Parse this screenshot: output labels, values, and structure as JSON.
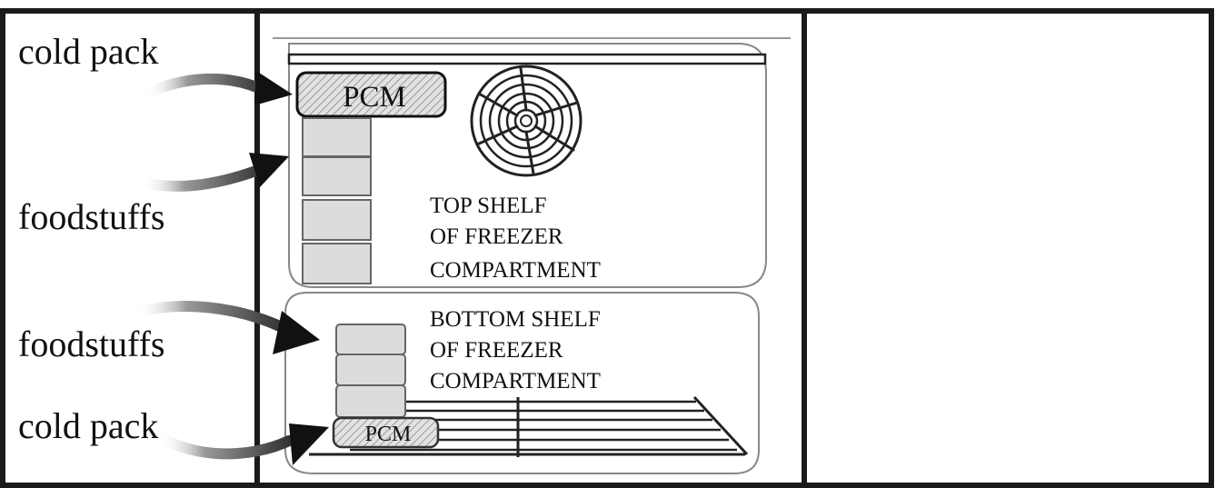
{
  "labels": {
    "cold_pack_top": "cold pack",
    "foodstuffs_top": "foodstuffs",
    "foodstuffs_bottom": "foodstuffs",
    "cold_pack_bottom": "cold pack"
  },
  "top_shelf": {
    "pcm": "PCM",
    "line1": "TOP SHELF",
    "line2": "OF FREEZER",
    "line3": "COMPARTMENT"
  },
  "bottom_shelf": {
    "pcm": "PCM",
    "line1": "BOTTOM SHELF",
    "line2": "OF FREEZER",
    "line3": "COMPARTMENT"
  },
  "icons": {
    "fan": "fan-icon"
  }
}
